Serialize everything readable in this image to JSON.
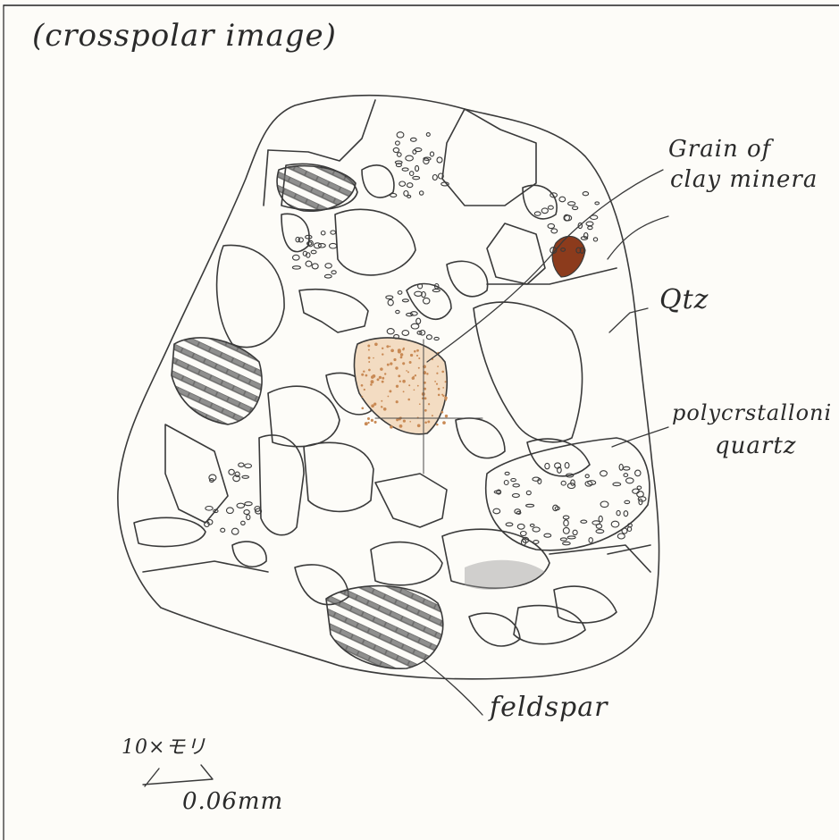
{
  "sketch": {
    "title": "(crosspolar image)",
    "labels": {
      "clay_line1": "Grain of",
      "clay_line2": "clay minera",
      "quartz": "Qtz",
      "polycrystalline_line1": "polycrstalloni",
      "polycrystalline_line2": "quartz",
      "feldspar": "feldspar"
    },
    "scale": {
      "magnification": "10×モリ",
      "length": "0.06mm"
    },
    "colors": {
      "pencil": "#3a3a3a",
      "feldspar_shading": "#5e5e5e",
      "clay_grain": "#8c3b1c",
      "speckled_grain": "#c98a55",
      "paper": "#fdfcf8"
    }
  }
}
